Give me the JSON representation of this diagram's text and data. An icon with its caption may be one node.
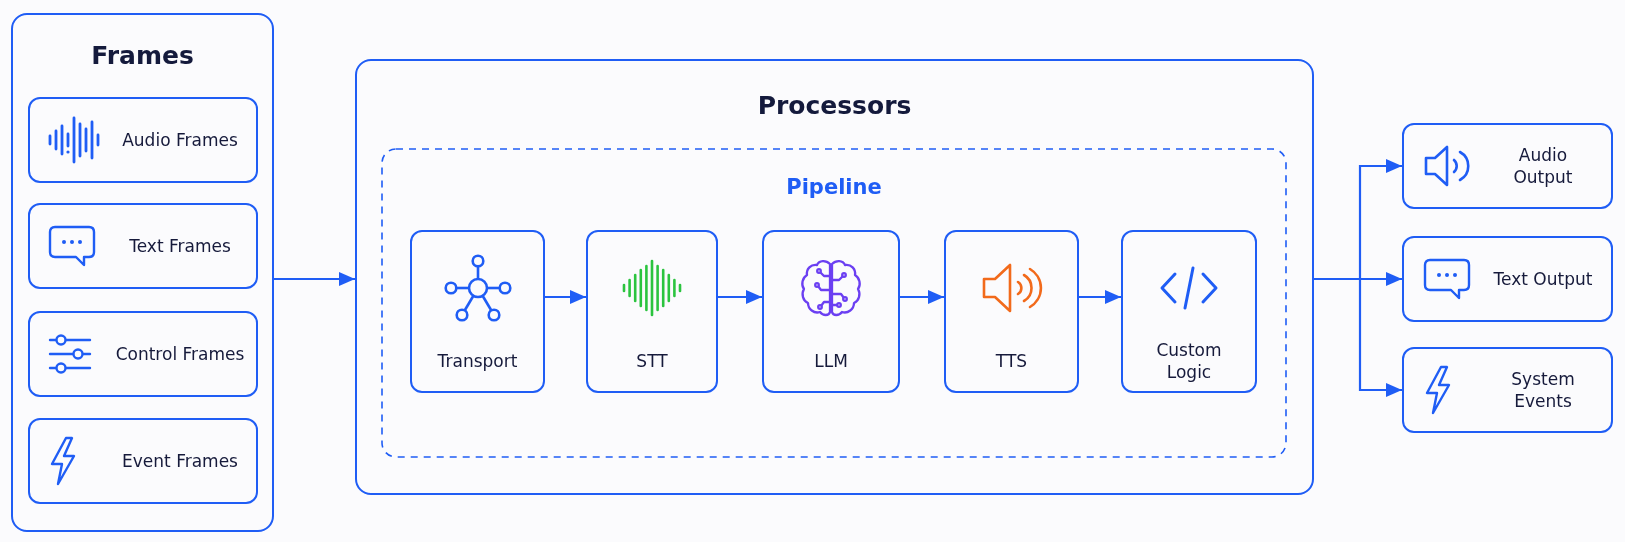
{
  "diagram": {
    "nodes": [
      {
        "text": [
          "Frames"
        ]
      },
      {
        "text": [
          "Audio Frames"
        ],
        "in": 0
      },
      {
        "text": [
          "Text Frames"
        ],
        "in": 0
      },
      {
        "text": [
          "Control Frames"
        ],
        "in": 0
      },
      {
        "text": [
          "Event Frames"
        ],
        "in": 0
      },
      {
        "text": [
          "Processors"
        ]
      },
      {
        "text": [
          "Pipeline"
        ],
        "in": 5
      },
      {
        "text": [
          "Transport"
        ],
        "in": 6
      },
      {
        "text": [
          "STT"
        ],
        "in": 6
      },
      {
        "text": [
          "LLM"
        ],
        "in": 6
      },
      {
        "text": [
          "TTS"
        ],
        "in": 6
      },
      {
        "text": [
          "Custom Logic"
        ],
        "in": 6
      },
      {
        "text": [
          "Audio Output"
        ]
      },
      {
        "text": [
          "Text Output"
        ]
      },
      {
        "text": [
          "System Events"
        ]
      }
    ],
    "edges": [
      {
        "from": 0,
        "to": 5,
        "arrow": "to"
      },
      {
        "from": 7,
        "to": 8,
        "arrow": "to"
      },
      {
        "from": 8,
        "to": 9,
        "arrow": "to"
      },
      {
        "from": 9,
        "to": 10,
        "arrow": "to"
      },
      {
        "from": 10,
        "to": 11,
        "arrow": "to"
      },
      {
        "from": 5,
        "to": 12,
        "arrow": "to"
      },
      {
        "from": 5,
        "to": 13,
        "arrow": "to"
      },
      {
        "from": 5,
        "to": 14,
        "arrow": "to"
      }
    ]
  }
}
